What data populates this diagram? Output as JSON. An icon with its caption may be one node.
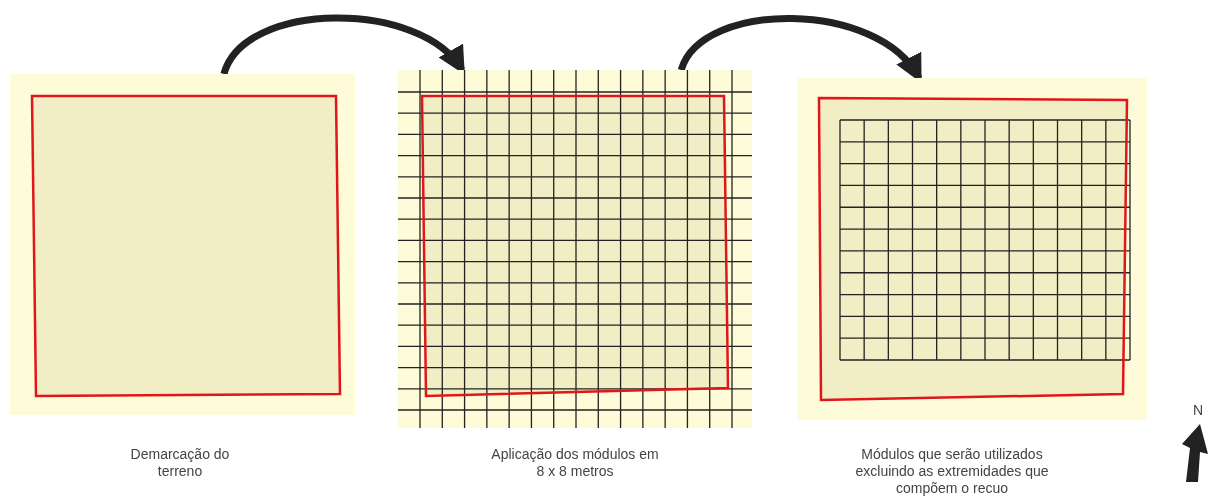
{
  "diagram": {
    "nodes": [
      {
        "text": [],
        "shape": "picture",
        "beside": [
          "Demarcação do terreno"
        ]
      },
      {
        "text": [],
        "shape": "picture",
        "beside": [
          "Aplicação dos módulos em 8 x 8 metros"
        ]
      },
      {
        "text": [],
        "shape": "picture",
        "beside": [
          "Módulos que serão utilizados excluindo as extremidades que compõem o recuo"
        ]
      }
    ],
    "edges": [
      {
        "from": 0,
        "to": 1,
        "arrow": "to"
      },
      {
        "from": 1,
        "to": 2,
        "arrow": "to"
      }
    ],
    "labels": [
      "N"
    ]
  }
}
